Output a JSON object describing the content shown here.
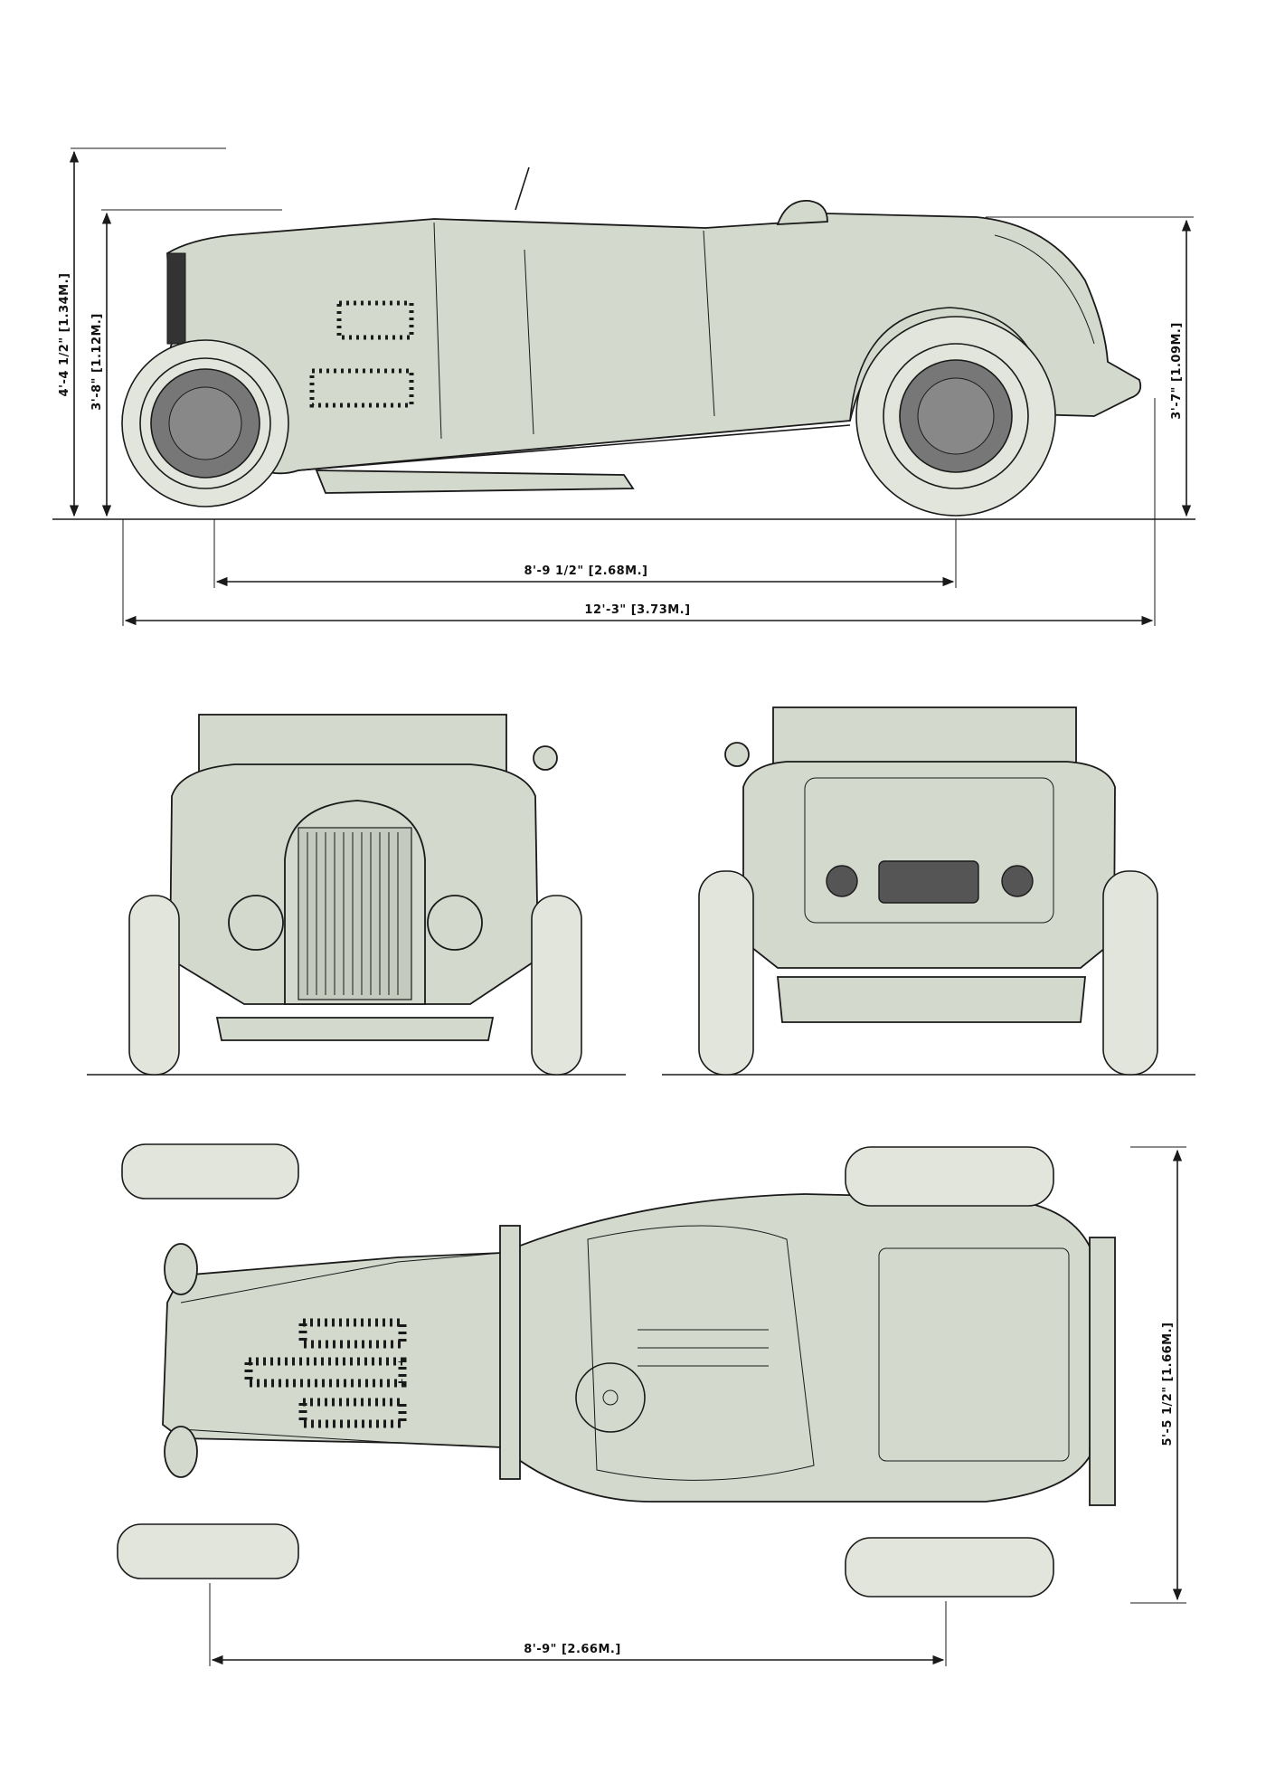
{
  "drawing": {
    "subject": "roadster blueprint",
    "colors": {
      "body": "#d3d9cc",
      "line": "#1a1a1a",
      "rim": "#777777",
      "background": "#ffffff"
    }
  },
  "dimensions": {
    "side_overall_height": "4'-4 1/2\" [1.34M.]",
    "side_body_height": "3'-8\" [1.12M.]",
    "side_rear_height": "3'-7\" [1.09M.]",
    "wheelbase": "8'-9 1/2\" [2.68M.]",
    "overall_length": "12'-3\" [3.73M.]",
    "top_width": "5'-5 1/2\" [1.66M.]",
    "top_wheelbase": "8'-9\" [2.66M.]"
  },
  "views": [
    "side-view",
    "front-view",
    "rear-view",
    "top-view"
  ]
}
